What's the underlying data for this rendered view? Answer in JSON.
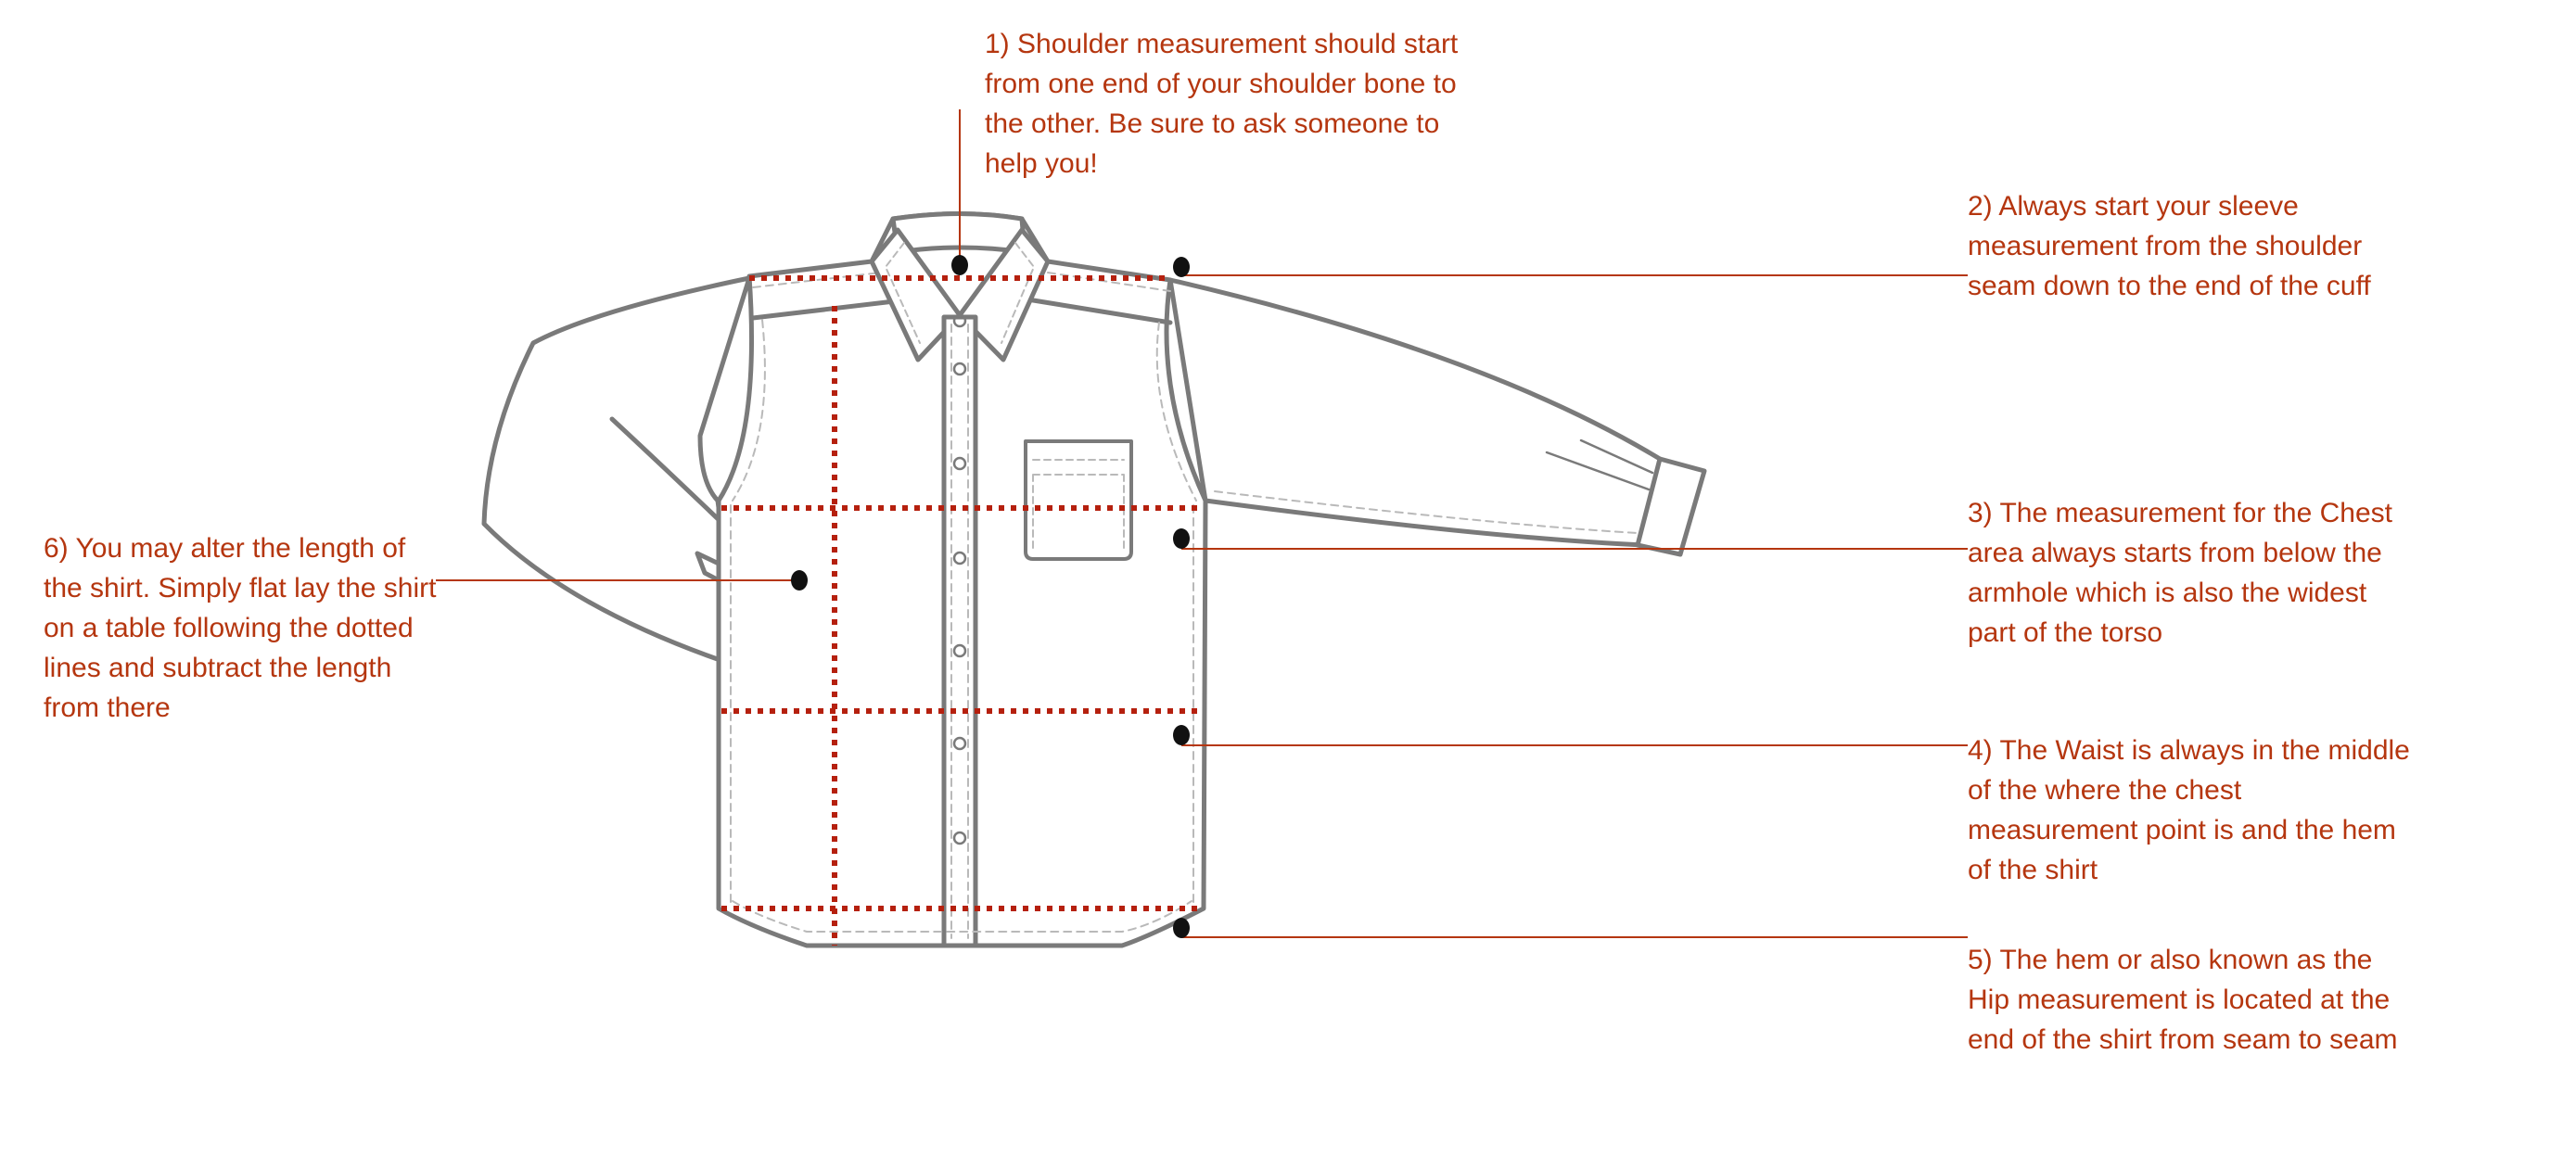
{
  "colors": {
    "annotation_text": "#b5360f",
    "leader_line": "#b5360f",
    "measure_dots": "#b5200e",
    "shirt_outline": "#7a7a7a",
    "stitching": "#b9b9b9",
    "marker": "#111111"
  },
  "notes": [
    {
      "id": "shoulder",
      "text": "1) Shoulder measurement should start from one end of your shoulder bone to the other. Be sure to ask someone to help you!"
    },
    {
      "id": "sleeve",
      "text": "2) Always start your sleeve measurement from the shoulder seam down to the end of the cuff"
    },
    {
      "id": "chest",
      "text": "3) The measurement for the Chest area always starts from below the armhole which is also the widest part of the torso"
    },
    {
      "id": "waist",
      "text": "4) The Waist is always in the middle of the where the chest measurement point is and the hem of the shirt"
    },
    {
      "id": "hip",
      "text": "5) The hem or also known as the Hip measurement is located at the end of the shirt from seam to seam"
    },
    {
      "id": "length",
      "text": "6) You may alter the length of the shirt. Simply flat lay the shirt on a table following the dotted lines and subtract the length from there"
    }
  ]
}
